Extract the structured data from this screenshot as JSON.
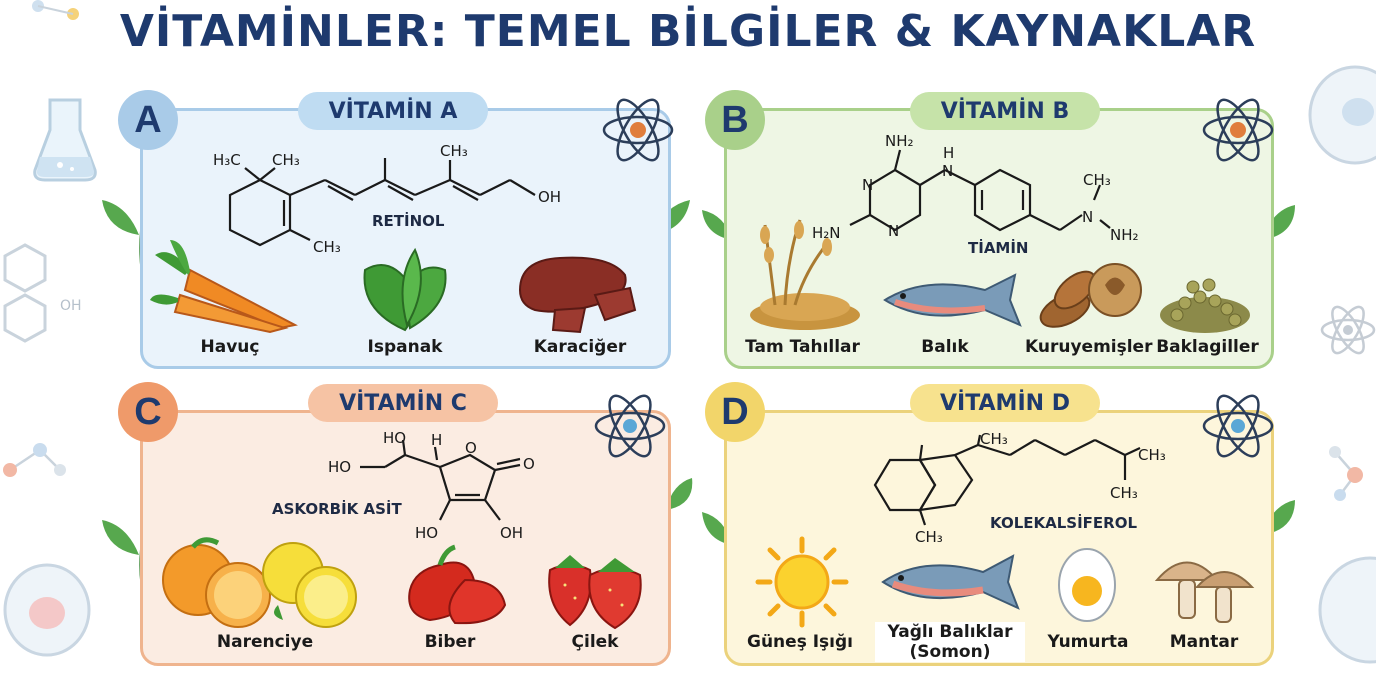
{
  "title": "VİTAMİNLER: TEMEL BİLGİLER & KAYNAKLAR",
  "colors": {
    "title": "#1e3a6e",
    "a_accent": "#a9cbe8",
    "b_accent": "#a9d08a",
    "c_accent": "#efb48e",
    "d_accent": "#ebd27c"
  },
  "panels": {
    "a": {
      "letter": "A",
      "name": "VİTAMİN A",
      "molecule": "RETİNOL",
      "chem": {
        "h3c": "H₃C",
        "ch3_top": "CH₃",
        "ch3_mid": "CH₃",
        "ch3_bottom": "CH₃",
        "oh": "OH"
      },
      "foods": [
        "Havuç",
        "Ispanak",
        "Karaciğer"
      ]
    },
    "b": {
      "letter": "B",
      "name": "VİTAMİN B",
      "molecule": "TİAMİN",
      "chem": {
        "nh2_top": "NH₂",
        "h2n": "H₂N",
        "n1": "N",
        "n2": "N",
        "h": "H",
        "n3": "N",
        "ch3": "CH₃",
        "n4": "N",
        "nh2_right": "NH₂"
      },
      "foods": [
        "Tam Tahıllar",
        "Balık",
        "Kuruyemişler",
        "Baklagiller"
      ]
    },
    "c": {
      "letter": "C",
      "name": "VİTAMİN C",
      "molecule": "ASKORBİK ASİT",
      "chem": {
        "ho_top": "HO",
        "h": "H",
        "ho_left": "HO",
        "o_ring": "O",
        "o_keto": "O",
        "ho_bottom": "HO",
        "oh_bottom": "OH"
      },
      "foods": [
        "Narenciye",
        "Biber",
        "Çilek"
      ]
    },
    "d": {
      "letter": "D",
      "name": "VİTAMİN D",
      "molecule": "KOLEKALSİFEROL",
      "chem": {
        "ch3_top": "CH₃",
        "ch3_right1": "CH₃",
        "ch3_right2": "CH₃",
        "ch3_bottom": "CH₃"
      },
      "foods": [
        "Güneş Işığı",
        "Yağlı Balıklar\n(Somon)",
        "Yumurta",
        "Mantar"
      ]
    }
  }
}
